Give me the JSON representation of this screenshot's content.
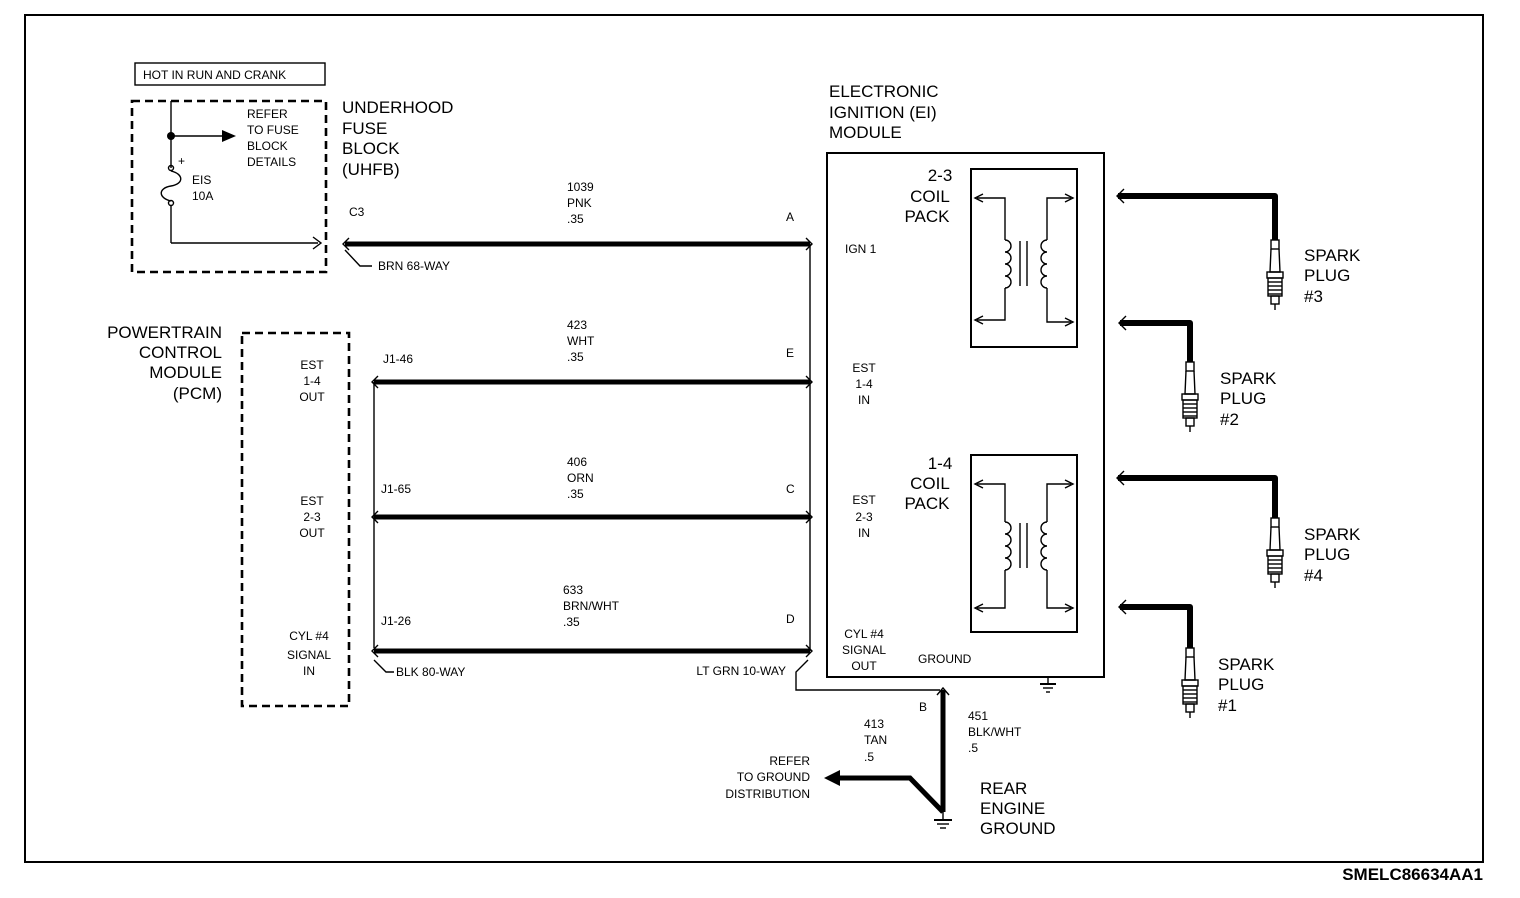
{
  "hot_label": "HOT IN RUN AND CRANK",
  "uhfb": {
    "title_lines": [
      "UNDERHOOD",
      "FUSE",
      "BLOCK",
      "(UHFB)"
    ],
    "refer_lines": [
      "REFER",
      "TO FUSE",
      "BLOCK",
      "DETAILS"
    ],
    "fuse_name": "EIS",
    "fuse_rating": "10A",
    "fuse_plus": "+",
    "pin": "C3",
    "connector": "BRN 68-WAY"
  },
  "pcm": {
    "title_lines": [
      "POWERTRAIN",
      "CONTROL",
      "MODULE",
      "(PCM)"
    ],
    "terminals": [
      [
        "EST",
        "1-4",
        "OUT"
      ],
      [
        "EST",
        "2-3",
        "OUT"
      ],
      [
        "CYL #4",
        "SIGNAL",
        "IN"
      ]
    ],
    "connector": "BLK 80-WAY"
  },
  "wires": [
    {
      "circuit": "1039",
      "color": "PNK",
      "gauge": ".35",
      "from_pin": "C3",
      "to_pin": "A"
    },
    {
      "circuit": "423",
      "color": "WHT",
      "gauge": ".35",
      "from_pin": "J1-46",
      "to_pin": "E"
    },
    {
      "circuit": "406",
      "color": "ORN",
      "gauge": ".35",
      "from_pin": "J1-65",
      "to_pin": "C"
    },
    {
      "circuit": "633",
      "color": "BRN/WHT",
      "gauge": ".35",
      "from_pin": "J1-26",
      "to_pin": "D"
    }
  ],
  "ei_module": {
    "title_lines": [
      "ELECTRONIC",
      "IGNITION (EI)",
      "MODULE"
    ],
    "terminals": {
      "ign": "IGN 1",
      "est14": [
        "EST",
        "1-4",
        "IN"
      ],
      "est23": [
        "EST",
        "2-3",
        "IN"
      ],
      "cyl4": [
        "CYL #4",
        "SIGNAL",
        "OUT"
      ],
      "ground": "GROUND"
    },
    "coil_23": [
      "2-3",
      "COIL",
      "PACK"
    ],
    "coil_14": [
      "1-4",
      "COIL",
      "PACK"
    ],
    "connector": "LT GRN 10-WAY"
  },
  "spark_plugs": [
    {
      "lines": [
        "SPARK",
        "PLUG",
        "#3"
      ]
    },
    {
      "lines": [
        "SPARK",
        "PLUG",
        "#2"
      ]
    },
    {
      "lines": [
        "SPARK",
        "PLUG",
        "#4"
      ]
    },
    {
      "lines": [
        "SPARK",
        "PLUG",
        "#1"
      ]
    }
  ],
  "ground": {
    "pin": "B",
    "wire_413": {
      "circuit": "413",
      "color": "TAN",
      "gauge": ".5"
    },
    "wire_451": {
      "circuit": "451",
      "color": "BLK/WHT",
      "gauge": ".5"
    },
    "refer_lines": [
      "REFER",
      "TO GROUND",
      "DISTRIBUTION"
    ],
    "title_lines": [
      "REAR",
      "ENGINE",
      "GROUND"
    ]
  },
  "diagram_code": "SMELC86634AA1"
}
